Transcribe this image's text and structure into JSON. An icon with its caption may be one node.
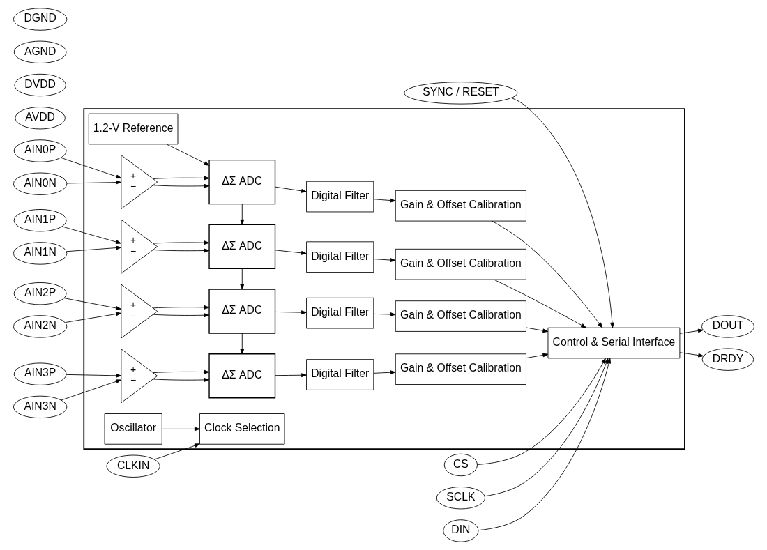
{
  "diagram": {
    "nodes": [
      {
        "text": [],
        "shape": "box"
      },
      {
        "text": [
          "AVDD"
        ]
      },
      {
        "text": [
          "DVDD"
        ]
      },
      {
        "text": [
          "1.2-V Reference"
        ],
        "in": 0
      },
      {
        "text": [
          "Oscillator"
        ],
        "in": 0
      },
      {
        "text": [
          "AIN0P"
        ]
      },
      {
        "text": [
          "AIN0N"
        ]
      },
      {
        "text": [
          "+",
          "−"
        ],
        "in": 0
      },
      {
        "text": [
          "ΔΣ ADC"
        ],
        "in": 0
      },
      {
        "text": [
          "Digital Filter"
        ],
        "in": 0
      },
      {
        "text": [
          "Gain & Offset Calibration"
        ],
        "in": 0
      },
      {
        "text": [
          "Clock Selection"
        ],
        "in": 0
      },
      {
        "text": [
          "CLKIN"
        ]
      },
      {
        "text": [
          "SYNC / RESET"
        ]
      },
      {
        "text": [
          "AIN1P"
        ]
      },
      {
        "text": [
          "AIN1N"
        ]
      },
      {
        "text": [
          "+",
          "−"
        ],
        "in": 0
      },
      {
        "text": [
          "ΔΣ ADC"
        ],
        "in": 0
      },
      {
        "text": [
          "Digital Filter"
        ],
        "in": 0
      },
      {
        "text": [
          "Gain & Offset Calibration"
        ],
        "in": 0
      },
      {
        "text": [
          "Control & Serial Interface"
        ],
        "in": 0
      },
      {
        "text": [
          "CS"
        ]
      },
      {
        "text": [
          "SCLK"
        ]
      },
      {
        "text": [
          "DIN"
        ]
      },
      {
        "text": [
          "DOUT"
        ]
      },
      {
        "text": [
          "DRDY"
        ]
      },
      {
        "text": [
          "AIN2P"
        ]
      },
      {
        "text": [
          "AIN2N"
        ]
      },
      {
        "text": [
          "+",
          "−"
        ],
        "in": 0
      },
      {
        "text": [
          "ΔΣ ADC"
        ],
        "in": 0
      },
      {
        "text": [
          "Digital Filter"
        ],
        "in": 0
      },
      {
        "text": [
          "Gain & Offset Calibration"
        ],
        "in": 0
      },
      {
        "text": [
          "AIN3P"
        ]
      },
      {
        "text": [
          "AIN3N"
        ]
      },
      {
        "text": [
          "+",
          "−"
        ],
        "in": 0
      },
      {
        "text": [
          "ΔΣ ADC"
        ],
        "in": 0
      },
      {
        "text": [
          "Digital Filter"
        ],
        "in": 0
      },
      {
        "text": [
          "Gain & Offset Calibration"
        ],
        "in": 0
      },
      {
        "text": [
          "AGND"
        ]
      },
      {
        "text": [
          "DGND"
        ]
      }
    ],
    "edges": [
      {
        "from": 3,
        "to": 8,
        "arrow": "to"
      },
      {
        "from": 8,
        "to": 17,
        "arrow": "to"
      },
      {
        "from": 17,
        "to": 29,
        "arrow": "to"
      },
      {
        "from": 29,
        "to": 35,
        "arrow": "to"
      },
      {
        "from": 5,
        "to": 7,
        "arrow": "to"
      },
      {
        "from": 6,
        "to": 7,
        "arrow": "to"
      },
      {
        "from": 7,
        "to": 8,
        "arrow": "to"
      },
      {
        "from": 7,
        "to": 8,
        "arrow": "to"
      },
      {
        "from": 8,
        "to": 9,
        "arrow": "to"
      },
      {
        "from": 9,
        "to": 10,
        "arrow": "to"
      },
      {
        "from": 14,
        "to": 16,
        "arrow": "to"
      },
      {
        "from": 15,
        "to": 16,
        "arrow": "to"
      },
      {
        "from": 16,
        "to": 17,
        "arrow": "to"
      },
      {
        "from": 16,
        "to": 17,
        "arrow": "to"
      },
      {
        "from": 17,
        "to": 18,
        "arrow": "to"
      },
      {
        "from": 18,
        "to": 19,
        "arrow": "to"
      },
      {
        "from": 26,
        "to": 28,
        "arrow": "to"
      },
      {
        "from": 27,
        "to": 28,
        "arrow": "to"
      },
      {
        "from": 28,
        "to": 29,
        "arrow": "to"
      },
      {
        "from": 28,
        "to": 29,
        "arrow": "to"
      },
      {
        "from": 29,
        "to": 30,
        "arrow": "to"
      },
      {
        "from": 30,
        "to": 31,
        "arrow": "to"
      },
      {
        "from": 32,
        "to": 34,
        "arrow": "to"
      },
      {
        "from": 33,
        "to": 34,
        "arrow": "to"
      },
      {
        "from": 34,
        "to": 35,
        "arrow": "to"
      },
      {
        "from": 34,
        "to": 35,
        "arrow": "to"
      },
      {
        "from": 35,
        "to": 36,
        "arrow": "to"
      },
      {
        "from": 36,
        "to": 37,
        "arrow": "to"
      },
      {
        "from": 10,
        "to": 20,
        "arrow": "to"
      },
      {
        "from": 19,
        "to": 20,
        "arrow": "to"
      },
      {
        "from": 31,
        "to": 20,
        "arrow": "to"
      },
      {
        "from": 37,
        "to": 20,
        "arrow": "to"
      },
      {
        "from": 4,
        "to": 11,
        "arrow": "to"
      },
      {
        "from": 12,
        "to": 11,
        "arrow": "to"
      },
      {
        "from": 13,
        "to": 20,
        "arrow": "to"
      },
      {
        "from": 21,
        "to": 20,
        "arrow": "to"
      },
      {
        "from": 22,
        "to": 20,
        "arrow": "to"
      },
      {
        "from": 23,
        "to": 20,
        "arrow": "to"
      },
      {
        "from": 20,
        "to": 24,
        "arrow": "to"
      },
      {
        "from": 20,
        "to": 25,
        "arrow": "to"
      }
    ]
  }
}
